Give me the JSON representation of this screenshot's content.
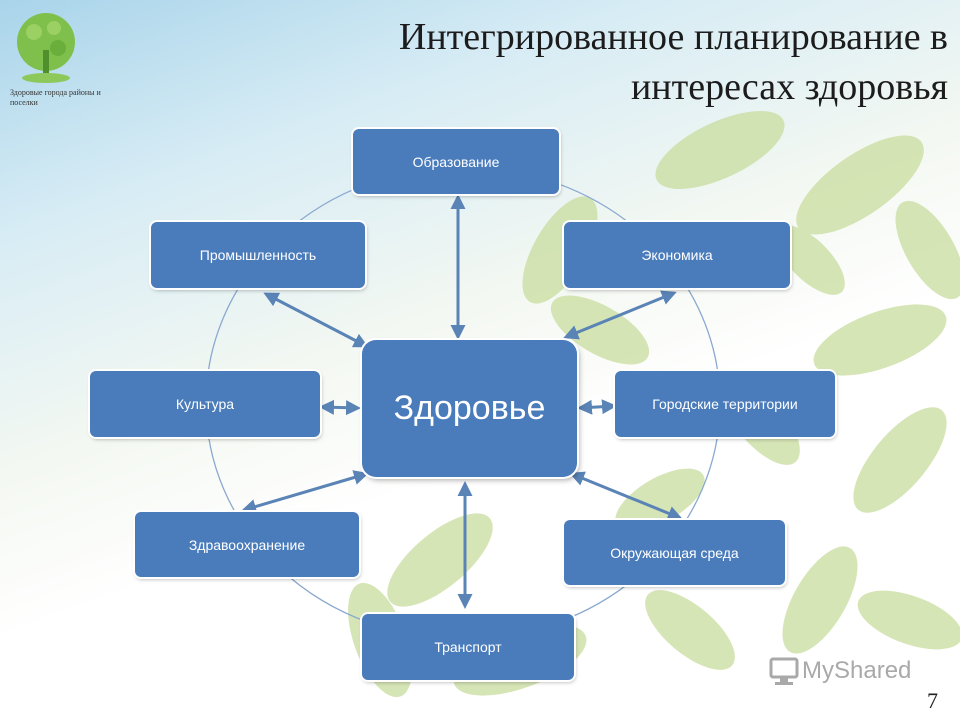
{
  "slide": {
    "title": "Интегрированное планирование в интересах здоровья",
    "page_number": "7"
  },
  "logo": {
    "caption": "Здоровые города районы и поселки",
    "icon": "tree-icon"
  },
  "watermark": {
    "text": "MyShared",
    "icon": "monitor-icon"
  },
  "colors": {
    "box_fill": "#4a7cbc",
    "arrow": "#5a83b6",
    "circle": "#8aa9cf",
    "leaf": "#c7d99a"
  },
  "diagram": {
    "center": "Здоровье",
    "nodes": {
      "education": "Образование",
      "economy": "Экономика",
      "urban": "Городские территории",
      "environment": "Окружающая среда",
      "transport": "Транспорт",
      "healthcare": "Здравоохранение",
      "culture": "Культура",
      "industry": "Промышленность"
    }
  }
}
